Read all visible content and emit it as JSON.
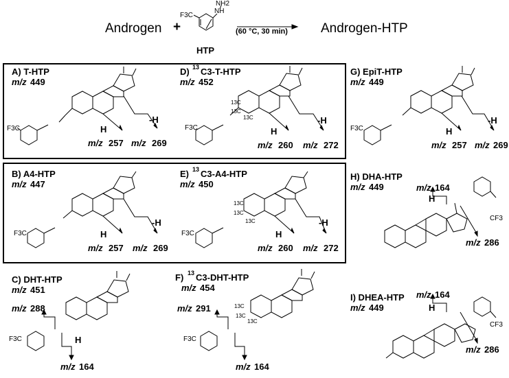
{
  "reaction": {
    "reactant": "Androgen",
    "plus": "+",
    "reagent_label": "HTP",
    "conditions": "(60 °C, 30 min)",
    "product": "Androgen-HTP",
    "atoms": {
      "cf3": "F3C",
      "n": "N",
      "h": "H",
      "nh": "NH",
      "nh2": "NH2"
    }
  },
  "panels": [
    {
      "id": "A",
      "title": "A) T-HTP",
      "mz_prefix": "m/z",
      "mz": "449",
      "frag1": "257",
      "frag2": "269",
      "loss1": "H",
      "loss2": "-H",
      "cf3": "F3C"
    },
    {
      "id": "D",
      "title_pre": "D) ",
      "title_sup": "13",
      "title_post": "C3-T-HTP",
      "mz_prefix": "m/z",
      "mz": "452",
      "frag1": "260",
      "frag2": "272",
      "loss1": "H",
      "loss2": "-H",
      "label13": "13C",
      "cf3": "F3C"
    },
    {
      "id": "G",
      "title": "G) EpiT-HTP",
      "mz_prefix": "m/z",
      "mz": "449",
      "frag1": "257",
      "frag2": "269",
      "loss1": "H",
      "loss2": "-H",
      "cf3": "F3C"
    },
    {
      "id": "B",
      "title": "B) A4-HTP",
      "mz_prefix": "m/z",
      "mz": "447",
      "frag1": "257",
      "frag2": "269",
      "loss1": "H",
      "loss2": "-H",
      "cf3": "F3C"
    },
    {
      "id": "E",
      "title_pre": "E) ",
      "title_sup": "13",
      "title_post": "C3-A4-HTP",
      "mz_prefix": "m/z",
      "mz": "450",
      "frag1": "260",
      "frag2": "272",
      "loss1": "H",
      "loss2": "-H",
      "label13": "13C",
      "cf3": "F3C"
    },
    {
      "id": "H",
      "title": "H) DHA-HTP",
      "mz_prefix": "m/z",
      "mz": "449",
      "frag1": "164",
      "frag2": "286",
      "loss1": "H",
      "cf3": "CF3"
    },
    {
      "id": "C",
      "title": "C) DHT-HTP",
      "mz_prefix": "m/z",
      "mz": "451",
      "frag1": "288",
      "frag2": "164",
      "loss1": "H",
      "cf3": "F3C"
    },
    {
      "id": "F",
      "title_pre": "F) ",
      "title_sup": "13",
      "title_post": "C3-DHT-HTP",
      "mz_prefix": "m/z",
      "mz": "454",
      "frag1": "291",
      "frag2": "164",
      "label13": "13C",
      "cf3": "F3C"
    },
    {
      "id": "I",
      "title": "I) DHEA-HTP",
      "mz_prefix": "m/z",
      "mz": "449",
      "frag1": "164",
      "frag2": "286",
      "loss1": "H",
      "cf3": "CF3"
    }
  ]
}
